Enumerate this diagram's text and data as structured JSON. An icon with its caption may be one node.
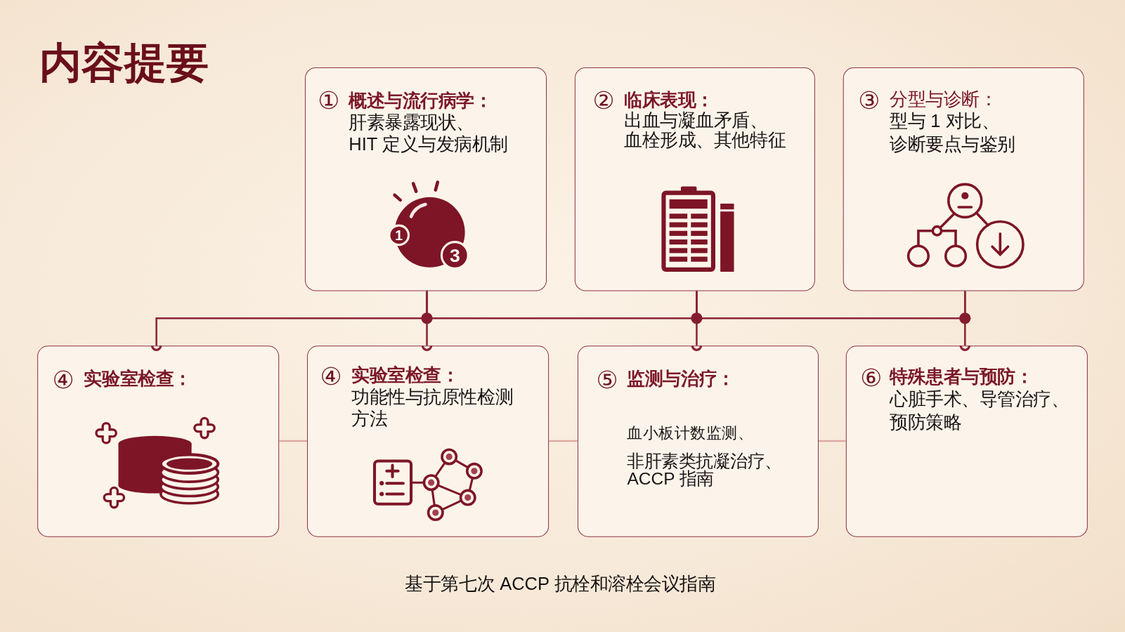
{
  "diagram": {
    "title": "内容提要",
    "caption": "基于第七次 ACCP 抗栓和溶栓会议指南",
    "nodes": [
      {
        "text": [
          "①",
          "概述与流行病学：",
          "肝素暴露现状、HIT 定义与发病机制"
        ]
      },
      {
        "text": [
          "②",
          "临床表现：",
          "出血与凝血矛盾、血栓形成、其他特征"
        ]
      },
      {
        "text": [
          "③",
          "分型与诊断：",
          "型与 1 对比、诊断要点与鉴别"
        ]
      },
      {
        "text": [
          "④",
          "实验室检查："
        ]
      },
      {
        "text": [
          "④",
          "实验室检查：",
          "功能性与抗原性检测方法"
        ]
      },
      {
        "text": [
          "⑤",
          "监测与治疗：",
          "血小板计数监测、",
          "非肝素类抗凝治疗、ACCP 指南"
        ]
      },
      {
        "text": [
          "⑥",
          "特殊患者与预防：",
          "心脏手术、导管治疗、预防策略"
        ]
      }
    ],
    "edges": [
      {
        "from": 0,
        "to": 3,
        "arrow": "other"
      },
      {
        "from": 0,
        "to": 4,
        "arrow": "other"
      },
      {
        "from": 1,
        "to": 5,
        "arrow": "other"
      },
      {
        "from": 2,
        "to": 6,
        "arrow": "other"
      },
      {
        "from": 0,
        "to": 1,
        "arrow": "none"
      },
      {
        "from": 1,
        "to": 2,
        "arrow": "none"
      },
      {
        "from": 3,
        "to": 4,
        "arrow": "none",
        "color": "#dcaaa2"
      },
      {
        "from": 4,
        "to": 5,
        "arrow": "none",
        "color": "#dcaaa2"
      },
      {
        "from": 5,
        "to": 6,
        "arrow": "none",
        "color": "#dcaaa2"
      }
    ],
    "labels": [
      "1",
      "3"
    ]
  }
}
